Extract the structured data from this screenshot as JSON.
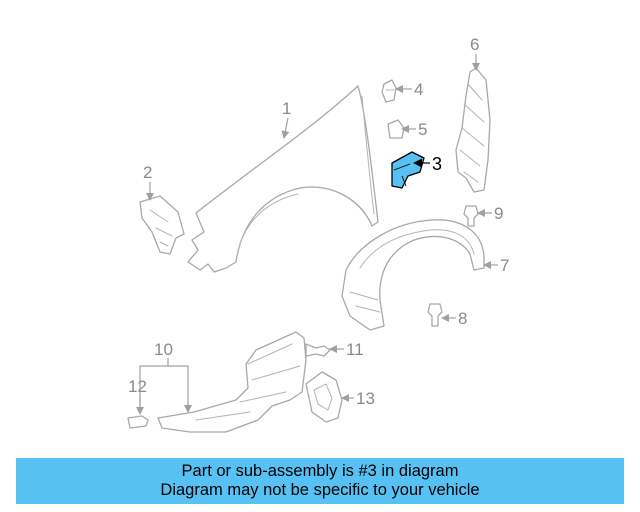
{
  "callouts": [
    "1",
    "2",
    "3",
    "4",
    "5",
    "6",
    "7",
    "8",
    "9",
    "10",
    "11",
    "12",
    "13"
  ],
  "highlighted_part": "3",
  "colors": {
    "highlight": "#58c1f4",
    "line": "#a8a8a8",
    "banner": "#58c1f4"
  },
  "banner": {
    "line1": "Part or sub-assembly is #3 in diagram",
    "line2": "Diagram may not be specific to your vehicle"
  }
}
